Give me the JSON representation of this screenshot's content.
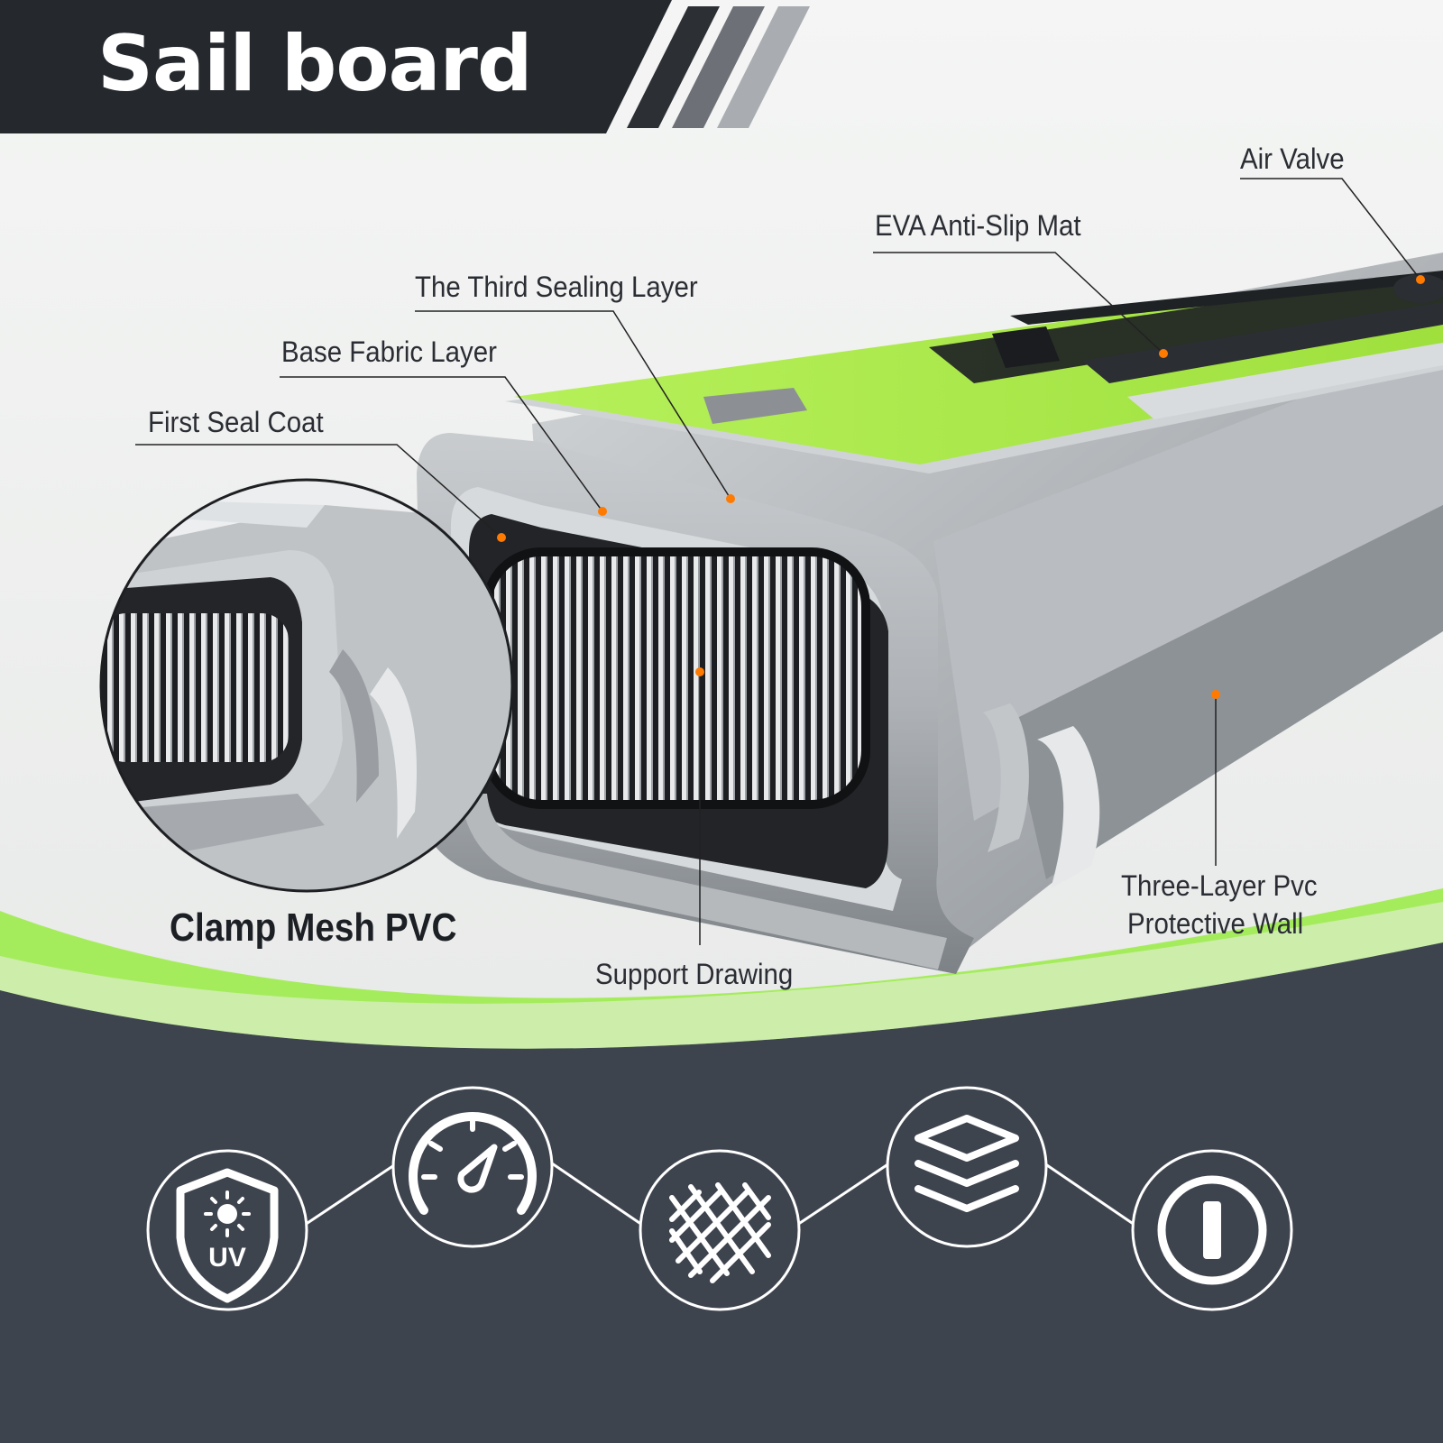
{
  "header": {
    "title": "Sail board"
  },
  "callouts": {
    "air_valve": "Air Valve",
    "eva_mat": "EVA Anti-Slip Mat",
    "third_sealing": "The Third Sealing Layer",
    "base_fabric": "Base Fabric Layer",
    "first_seal": "First Seal Coat",
    "clamp_mesh": "Clamp Mesh PVC",
    "support_drawing": "Support Drawing",
    "protective_wall_line1": "Three-Layer Pvc",
    "protective_wall_line2": "Protective Wall"
  },
  "features": [
    {
      "icon": "uv-shield-icon",
      "text": "UV"
    },
    {
      "icon": "pressure-gauge-icon"
    },
    {
      "icon": "mesh-weave-icon"
    },
    {
      "icon": "layers-icon"
    },
    {
      "icon": "power-button-icon"
    }
  ],
  "colors": {
    "accent_green": "#a5ec5c",
    "dark_panel": "#3e444e",
    "header_dark": "#25292e",
    "callout_dot": "#ff7a00"
  }
}
